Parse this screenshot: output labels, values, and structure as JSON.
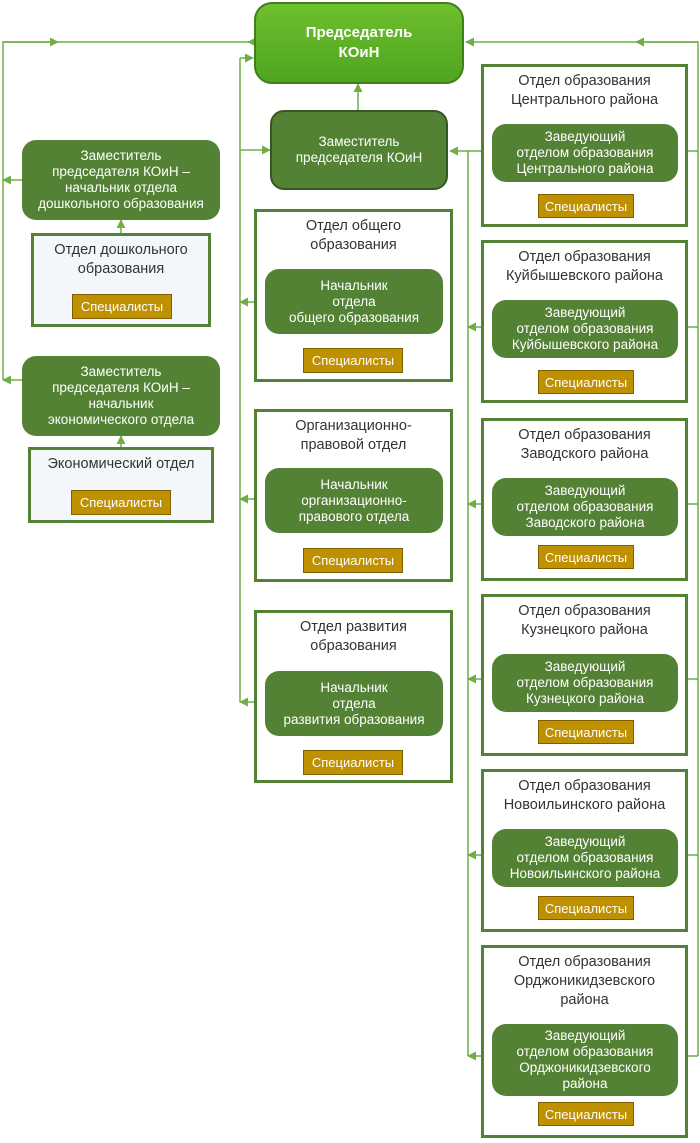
{
  "chairman": "Председатель\nКОиН",
  "deputy_general": "Заместитель\nпредседателя КОиН",
  "deputy_preschool": "Заместитель\nпредседателя КОиН –\nначальник отдела\nдошкольного образования",
  "dept_preschool": "Отдел дошкольного\nобразования",
  "deputy_economic": "Заместитель\nпредседателя КОиН –\nначальник\nэкономического отдела",
  "dept_economic": "Экономический отдел",
  "specialists": "Специалисты",
  "center_depts": [
    {
      "title": "Отдел общего\nобразования",
      "head": "Начальник\nотдела\nобщего образования"
    },
    {
      "title": "Организационно-\nправовой отдел",
      "head": "Начальник\nорганизационно-\nправового отдела"
    },
    {
      "title": "Отдел развития\nобразования",
      "head": "Начальник\nотдела\nразвития образования"
    }
  ],
  "district_depts": [
    {
      "title": "Отдел образования\nЦентрального района",
      "head": "Заведующий\nотделом образования\nЦентрального района"
    },
    {
      "title": "Отдел образования\nКуйбышевского  района",
      "head": "Заведующий\nотделом образования\nКуйбышевского  района"
    },
    {
      "title": "Отдел образования\nЗаводского района",
      "head": "Заведующий\nотделом образования\nЗаводского района"
    },
    {
      "title": "Отдел образования\nКузнецкого района",
      "head": "Заведующий\nотделом образования\nКузнецкого района"
    },
    {
      "title": "Отдел образования\nНовоильинского района",
      "head": "Заведующий\nотделом образования\nНовоильинского района"
    },
    {
      "title": "Отдел образования\nОрджоникидзевского\nрайона",
      "head": "Заведующий\nотделом образования\nОрджоникидзевского\nрайона"
    }
  ],
  "colors": {
    "role_green": "#548235",
    "chair_green": "#5eb125",
    "specialists_gold": "#bf9000",
    "line_green": "#70ad47"
  }
}
